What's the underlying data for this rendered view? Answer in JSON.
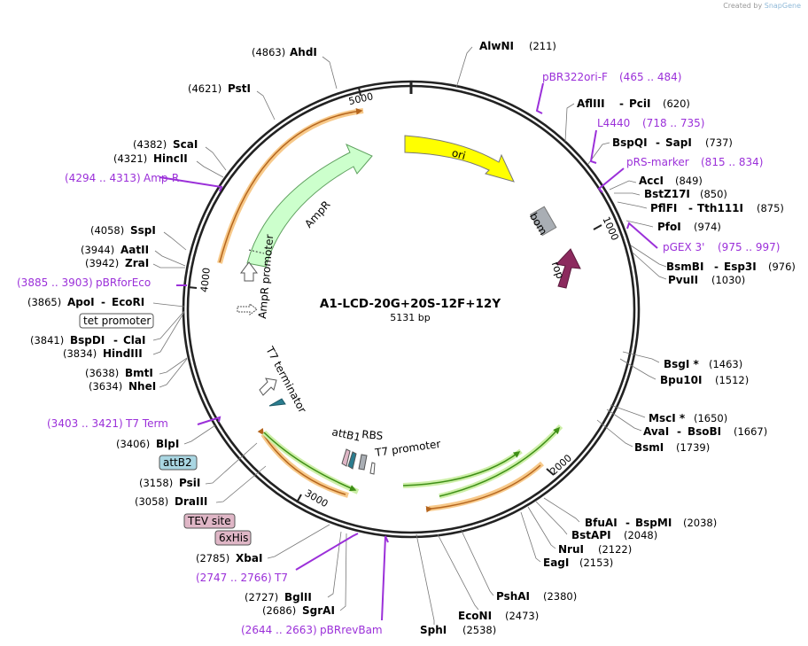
{
  "credit": {
    "text": "Created by",
    "brand": "SnapGene"
  },
  "plasmid": {
    "name": "A1-LCD-20G+20S-12F+12Y",
    "size": "5131 bp"
  },
  "ticks": [
    "1000",
    "2000",
    "3000",
    "4000",
    "5000"
  ],
  "enzymes": {
    "AhdI": {
      "name": "AhdI",
      "pos": "(4863)"
    },
    "PstI": {
      "name": "PstI",
      "pos": "(4621)"
    },
    "ScaI": {
      "name": "ScaI",
      "pos": "(4382)"
    },
    "HincII": {
      "name": "HincII",
      "pos": "(4321)"
    },
    "SspI": {
      "name": "SspI",
      "pos": "(4058)"
    },
    "AatII": {
      "name": "AatII",
      "pos": "(3944)"
    },
    "ZraI": {
      "name": "ZraI",
      "pos": "(3942)"
    },
    "ApoI": {
      "name": "ApoI",
      "sep": "-",
      "name2": "EcoRI",
      "pos": "(3865)"
    },
    "BspDI": {
      "name": "BspDI",
      "sep": "-",
      "name2": "ClaI",
      "pos": "(3841)"
    },
    "HindIII": {
      "name": "HindIII",
      "pos": "(3834)"
    },
    "BmtI": {
      "name": "BmtI",
      "pos": "(3638)"
    },
    "NheI": {
      "name": "NheI",
      "pos": "(3634)"
    },
    "BlpI": {
      "name": "BlpI",
      "pos": "(3406)"
    },
    "PsiI": {
      "name": "PsiI",
      "pos": "(3158)"
    },
    "DraIII": {
      "name": "DraIII",
      "pos": "(3058)"
    },
    "XbaI": {
      "name": "XbaI",
      "pos": "(2785)"
    },
    "BglII": {
      "name": "BglII",
      "pos": "(2727)"
    },
    "SgrAI": {
      "name": "SgrAI",
      "pos": "(2686)"
    },
    "SphI": {
      "name": "SphI",
      "pos": "(2538)"
    },
    "EcoNI": {
      "name": "EcoNI",
      "pos": "(2473)"
    },
    "PshAI": {
      "name": "PshAI",
      "pos": "(2380)"
    },
    "EagI": {
      "name": "EagI",
      "pos": "(2153)"
    },
    "NruI": {
      "name": "NruI",
      "pos": "(2122)"
    },
    "BstAPI": {
      "name": "BstAPI",
      "pos": "(2048)"
    },
    "BfuAI": {
      "name": "BfuAI",
      "sep": "-",
      "name2": "BspMI",
      "pos": "(2038)"
    },
    "BsmI": {
      "name": "BsmI",
      "pos": "(1739)"
    },
    "AvaI": {
      "name": "AvaI",
      "sep": "-",
      "name2": "BsoBI",
      "pos": "(1667)"
    },
    "MscI": {
      "name": "MscI *",
      "pos": "(1650)"
    },
    "Bpu10I": {
      "name": "Bpu10I",
      "pos": "(1512)"
    },
    "BsgI": {
      "name": "BsgI *",
      "pos": "(1463)"
    },
    "PvuII": {
      "name": "PvuII",
      "pos": "(1030)"
    },
    "BsmBI": {
      "name": "BsmBI",
      "sep": "-",
      "name2": "Esp3I",
      "pos": "(976)"
    },
    "PfoI": {
      "name": "PfoI",
      "pos": "(974)"
    },
    "PflFI": {
      "name": "PflFI",
      "sep": "-",
      "name2": "Tth111I",
      "pos": "(875)"
    },
    "BstZ17I": {
      "name": "BstZ17I",
      "pos": "(850)"
    },
    "AccI": {
      "name": "AccI",
      "pos": "(849)"
    },
    "BspQI": {
      "name": "BspQI",
      "sep": "-",
      "name2": "SapI",
      "pos": "(737)"
    },
    "AflIII": {
      "name": "AflIII",
      "sep": "-",
      "name2": "PciI",
      "pos": "(620)"
    },
    "AlwNI": {
      "name": "AlwNI",
      "pos": "(211)"
    }
  },
  "primers": {
    "pBR322oriF": {
      "name": "pBR322ori-F",
      "range": "(465 .. 484)"
    },
    "L4440": {
      "name": "L4440",
      "range": "(718 .. 735)"
    },
    "pRSmarker": {
      "name": "pRS-marker",
      "range": "(815 .. 834)"
    },
    "pGEX3": {
      "name": "pGEX 3'",
      "range": "(975 .. 997)"
    },
    "AmpR": {
      "name": "Amp-R",
      "range": "(4294 .. 4313)"
    },
    "pBRforEco": {
      "name": "pBRforEco",
      "range": "(3885 .. 3903)"
    },
    "T7Term": {
      "name": "T7 Term",
      "range": "(3403 .. 3421)"
    },
    "T7": {
      "name": "T7",
      "range": "(2747 .. 2766)"
    },
    "pBRrevBam": {
      "name": "pBRrevBam",
      "range": "(2644 .. 2663)"
    }
  },
  "boxed_features": {
    "tetPromoter": "tet promoter",
    "attB2": "attB2",
    "tevSite": "TEV site",
    "sixHis": "6xHis"
  },
  "features": {
    "ori": "ori",
    "bom": "bom",
    "rop": "rop",
    "AmpR": "AmpR",
    "AmpRPromoter": "AmpR promoter",
    "T7Terminator": "T7 terminator",
    "attB1": "attB1",
    "RBS": "RBS",
    "T7Promoter": "T7 promoter"
  },
  "colors": {
    "primer": "#9b30d9",
    "ori": "#ffff00",
    "ampr": "#ccffcc",
    "rop": "#8c2a5e",
    "bom": "#a9aeb4",
    "orange_feature": "#e8a24a",
    "green_feature": "#5fb82c",
    "attB2_fill": "#a9d6e2",
    "tev_fill": "#dfb6c6"
  }
}
